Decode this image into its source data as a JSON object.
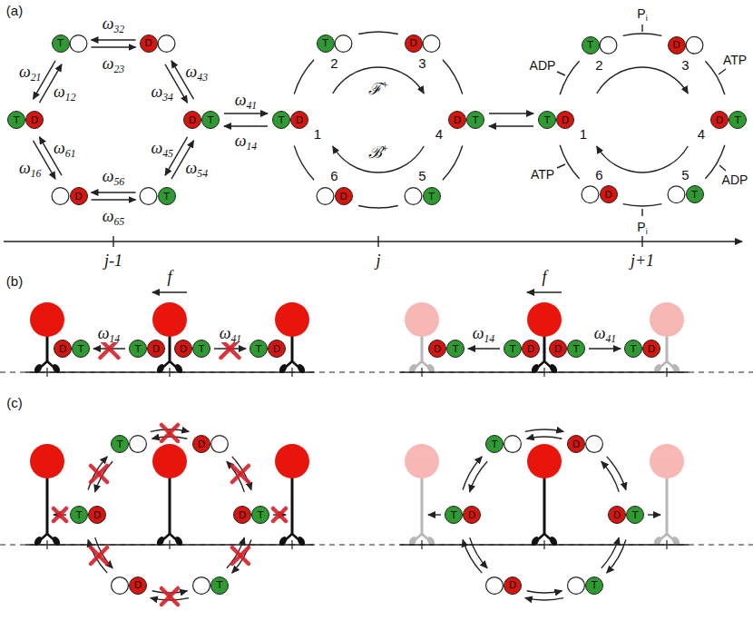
{
  "diagram": {
    "nodes": [
      {
        "text": [
          "T"
        ]
      },
      {
        "text": [
          "D"
        ]
      },
      {
        "text": [
          "T"
        ]
      },
      {
        "text": [
          "D"
        ]
      },
      {
        "text": [
          "D"
        ]
      },
      {
        "text": [
          "T"
        ]
      },
      {
        "text": [
          "T"
        ]
      },
      {
        "text": [
          "D"
        ]
      },
      {
        "text": [
          "T"
        ]
      },
      {
        "text": [
          "D"
        ]
      },
      {
        "text": [
          "T"
        ]
      },
      {
        "text": [
          "D"
        ]
      },
      {
        "text": [
          "D"
        ]
      },
      {
        "text": [
          "T"
        ]
      },
      {
        "text": [
          "T"
        ]
      },
      {
        "text": [
          "D"
        ]
      },
      {
        "text": [
          "T"
        ]
      },
      {
        "text": [
          "D"
        ]
      },
      {
        "text": [
          "T"
        ]
      },
      {
        "text": [
          "D"
        ]
      },
      {
        "text": [
          "D"
        ]
      },
      {
        "text": [
          "T"
        ]
      },
      {
        "text": [
          "T"
        ]
      },
      {
        "text": [
          "D"
        ]
      },
      {
        "text": [
          "D"
        ]
      },
      {
        "text": [
          "T"
        ]
      },
      {
        "text": [
          "T"
        ]
      },
      {
        "text": [
          "D"
        ]
      },
      {
        "text": [
          "D"
        ]
      },
      {
        "text": [
          "T"
        ]
      },
      {
        "text": [
          "T"
        ]
      },
      {
        "text": [
          "D"
        ]
      },
      {
        "text": [
          "D"
        ]
      },
      {
        "text": [
          "T"
        ]
      },
      {
        "text": [
          "T"
        ]
      },
      {
        "text": [
          "D"
        ]
      },
      {
        "text": [
          "D"
        ]
      },
      {
        "text": [
          "T"
        ]
      },
      {
        "text": [
          "T"
        ]
      },
      {
        "text": [
          "D"
        ]
      },
      {
        "text": [
          "T"
        ]
      },
      {
        "text": [
          "D"
        ]
      },
      {
        "text": [
          "T"
        ]
      },
      {
        "text": [
          "D"
        ]
      },
      {
        "text": [
          "D"
        ]
      },
      {
        "text": [
          "T"
        ]
      },
      {
        "text": [
          "T"
        ]
      },
      {
        "text": [
          "D"
        ]
      },
      {
        "text": [
          "T"
        ]
      },
      {
        "text": [
          "D"
        ]
      },
      {
        "text": [
          "T"
        ]
      },
      {
        "text": [
          "D"
        ]
      },
      {
        "text": [
          "D"
        ]
      },
      {
        "text": [
          "T"
        ]
      },
      {
        "text": [
          "T"
        ]
      },
      {
        "text": [
          "D"
        ]
      }
    ],
    "labels": [
      "ω21",
      "ω12",
      "ω32",
      "ω23",
      "ω43",
      "ω34",
      "ω54",
      "ω45",
      "ω65",
      "ω56",
      "ω16",
      "ω61",
      "(a)",
      "ω41",
      "ω14",
      "1",
      "2",
      "3",
      "4",
      "5",
      "6",
      "ℱ+",
      "ℬ+",
      "1",
      "2",
      "3",
      "4",
      "5",
      "6",
      "ADP",
      "Pi",
      "ATP",
      "ADP",
      "Pi",
      "ATP",
      "j-1",
      "j",
      "j+1",
      "(b)",
      "f",
      "ω14",
      "ω41",
      "f",
      "ω14",
      "ω41",
      "(c)"
    ]
  }
}
